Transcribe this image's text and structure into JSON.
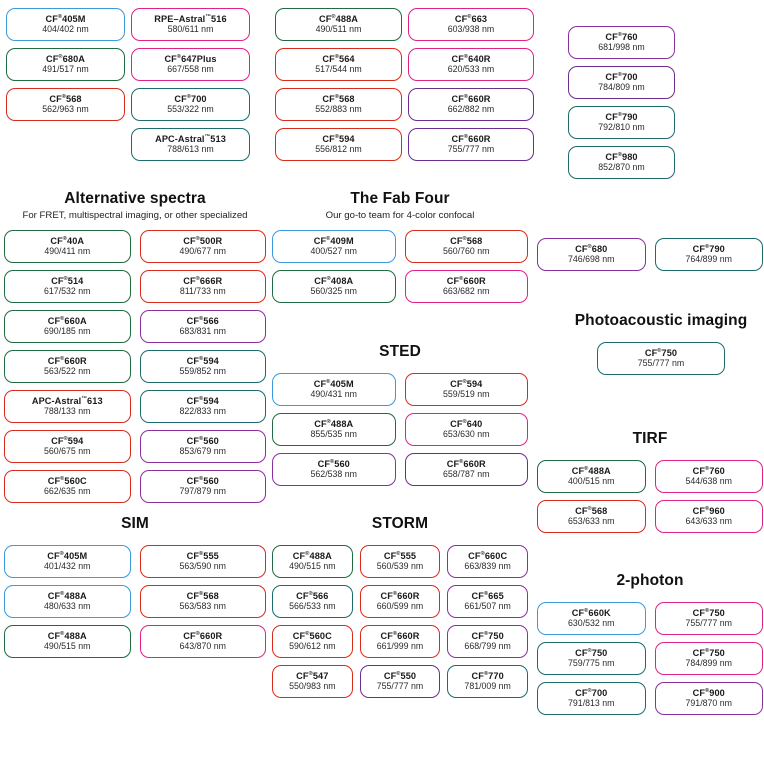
{
  "page": {
    "title": "CF dye selection chart",
    "trademark_glyph": "®",
    "unit_suffix": "nm"
  },
  "colors": {
    "blue": "#3b9ad9",
    "green": "#1f6b42",
    "teal": "#1d6b6b",
    "red": "#d92b1c",
    "magenta": "#e0218a",
    "purple": "#8b2f9e",
    "deep_purple": "#6b2d8f",
    "text": "#1a1a1a",
    "background": "#ffffff"
  },
  "top_groups": [
    {
      "name": "top-col-1",
      "items": [
        {
          "name": "CF",
          "sup": "®",
          "num": "405M",
          "ex_em": "404/402 nm",
          "color": "#3b9ad9"
        },
        {
          "name": "CF",
          "sup": "®",
          "num": "680A",
          "ex_em": "491/517 nm",
          "color": "#1f6b42"
        },
        {
          "name": "CF",
          "sup": "®",
          "num": "568",
          "ex_em": "562/963 nm",
          "color": "#d92b1c"
        }
      ]
    },
    {
      "name": "top-col-2",
      "items": [
        {
          "name": "RPE–Astral",
          "sup": "™",
          "num": "516",
          "ex_em": "580/611 nm",
          "color": "#e0218a"
        },
        {
          "name": "CF",
          "sup": "®",
          "num": "647Plus",
          "ex_em": "667/558 nm",
          "color": "#e0218a"
        },
        {
          "name": "CF",
          "sup": "®",
          "num": "700",
          "ex_em": "553/322 nm",
          "color": "#1d6b6b"
        },
        {
          "name": "APC-Astral",
          "sup": "™",
          "num": "513",
          "ex_em": "788/613 nm",
          "color": "#1d6b6b"
        }
      ]
    },
    {
      "name": "top-col-3",
      "items": [
        {
          "name": "CF",
          "sup": "®",
          "num": "488A",
          "ex_em": "490/511 nm",
          "color": "#1f6b42"
        },
        {
          "name": "CF",
          "sup": "®",
          "num": "564",
          "ex_em": "517/544 nm",
          "color": "#d92b1c"
        },
        {
          "name": "CF",
          "sup": "®",
          "num": "568",
          "ex_em": "552/883 nm",
          "color": "#d92b1c"
        },
        {
          "name": "CF",
          "sup": "®",
          "num": "594",
          "ex_em": "556/812 nm",
          "color": "#d92b1c"
        }
      ]
    },
    {
      "name": "top-col-4",
      "items": [
        {
          "name": "CF",
          "sup": "®",
          "num": "663",
          "ex_em": "603/938 nm",
          "color": "#e0218a"
        },
        {
          "name": "CF",
          "sup": "®",
          "num": "640R",
          "ex_em": "620/533 nm",
          "color": "#e0218a"
        },
        {
          "name": "CF",
          "sup": "®",
          "num": "660R",
          "ex_em": "662/882 nm",
          "color": "#6b2d8f"
        },
        {
          "name": "CF",
          "sup": "®",
          "num": "660R",
          "ex_em": "755/777 nm",
          "color": "#6b2d8f"
        }
      ]
    },
    {
      "name": "top-col-5",
      "items": [
        {
          "name": "CF",
          "sup": "®",
          "num": "760",
          "ex_em": "681/998 nm",
          "color": "#8b2f9e"
        },
        {
          "name": "CF",
          "sup": "®",
          "num": "700",
          "ex_em": "784/809 nm",
          "color": "#6b2d8f"
        },
        {
          "name": "CF",
          "sup": "®",
          "num": "790",
          "ex_em": "792/810 nm",
          "color": "#1d6b6b"
        },
        {
          "name": "CF",
          "sup": "®",
          "num": "980",
          "ex_em": "852/870 nm",
          "color": "#1d6b6b"
        }
      ]
    }
  ],
  "sections": [
    {
      "id": "alternative-spectra",
      "title": "Alternative spectra",
      "subtitle": "For FRET, multispectral imaging, or other specialized",
      "columns": 2,
      "items": [
        {
          "name": "CF",
          "sup": "®",
          "num": "40A",
          "ex_em": "490/411 nm",
          "color": "#1f6b42"
        },
        {
          "name": "CF",
          "sup": "®",
          "num": "500R",
          "ex_em": "490/677 nm",
          "color": "#d92b1c"
        },
        {
          "name": "CF",
          "sup": "®",
          "num": "514",
          "ex_em": "617/532 nm",
          "color": "#1f6b42"
        },
        {
          "name": "CF",
          "sup": "®",
          "num": "666R",
          "ex_em": "811/733 nm",
          "color": "#d92b1c"
        },
        {
          "name": "CF",
          "sup": "®",
          "num": "660A",
          "ex_em": "690/185 nm",
          "color": "#1f6b42"
        },
        {
          "name": "CF",
          "sup": "®",
          "num": "566",
          "ex_em": "683/831 nm",
          "color": "#8b2f9e"
        },
        {
          "name": "CF",
          "sup": "®",
          "num": "660R",
          "ex_em": "563/522 nm",
          "color": "#1f6b42"
        },
        {
          "name": "CF",
          "sup": "®",
          "num": "594",
          "ex_em": "559/852 nm",
          "color": "#1d6b6b"
        },
        {
          "name": "APC-Astral",
          "sup": "™",
          "num": "613",
          "ex_em": "788/133 nm",
          "color": "#d92b1c"
        },
        {
          "name": "CF",
          "sup": "®",
          "num": "594",
          "ex_em": "822/833 nm",
          "color": "#1d6b6b"
        },
        {
          "name": "CF",
          "sup": "®",
          "num": "594",
          "ex_em": "560/675 nm",
          "color": "#d92b1c"
        },
        {
          "name": "CF",
          "sup": "®",
          "num": "560",
          "ex_em": "853/679 nm",
          "color": "#8b2f9e"
        },
        {
          "name": "CF",
          "sup": "®",
          "num": "560C",
          "ex_em": "662/635 nm",
          "color": "#d92b1c"
        },
        {
          "name": "CF",
          "sup": "®",
          "num": "560",
          "ex_em": "797/879 nm",
          "color": "#8b2f9e"
        }
      ]
    },
    {
      "id": "the-fab-four",
      "title": "The Fab Four",
      "subtitle": "Our go-to team for 4-color confocal",
      "columns": 2,
      "items": [
        {
          "name": "CF",
          "sup": "®",
          "num": "409M",
          "ex_em": "400/527 nm",
          "color": "#3b9ad9"
        },
        {
          "name": "CF",
          "sup": "®",
          "num": "568",
          "ex_em": "560/760 nm",
          "color": "#d92b1c"
        },
        {
          "name": "CF",
          "sup": "®",
          "num": "408A",
          "ex_em": "560/325 nm",
          "color": "#1f6b42"
        },
        {
          "name": "CF",
          "sup": "®",
          "num": "660R",
          "ex_em": "663/682 nm",
          "color": "#e0218a"
        }
      ]
    },
    {
      "id": "sted",
      "title": "STED",
      "subtitle": "",
      "columns": 2,
      "items": [
        {
          "name": "CF",
          "sup": "®",
          "num": "405M",
          "ex_em": "490/431 nm",
          "color": "#3b9ad9"
        },
        {
          "name": "CF",
          "sup": "®",
          "num": "594",
          "ex_em": "559/519 nm",
          "color": "#d92b1c"
        },
        {
          "name": "CF",
          "sup": "®",
          "num": "488A",
          "ex_em": "855/535 nm",
          "color": "#1f6b42"
        },
        {
          "name": "CF",
          "sup": "®",
          "num": "640",
          "ex_em": "653/630 nm",
          "color": "#e0218a"
        },
        {
          "name": "CF",
          "sup": "®",
          "num": "560",
          "ex_em": "562/538 nm",
          "color": "#8b2f9e"
        },
        {
          "name": "CF",
          "sup": "®",
          "num": "660R",
          "ex_em": "658/787 nm",
          "color": "#6b2d8f"
        }
      ]
    },
    {
      "id": "sim",
      "title": "SIM",
      "subtitle": "",
      "columns": 2,
      "items": [
        {
          "name": "CF",
          "sup": "®",
          "num": "405M",
          "ex_em": "401/432 nm",
          "color": "#3b9ad9"
        },
        {
          "name": "CF",
          "sup": "®",
          "num": "555",
          "ex_em": "563/590 nm",
          "color": "#d92b1c"
        },
        {
          "name": "CF",
          "sup": "®",
          "num": "488A",
          "ex_em": "480/633 nm",
          "color": "#3b9ad9"
        },
        {
          "name": "CF",
          "sup": "®",
          "num": "568",
          "ex_em": "563/583 nm",
          "color": "#d92b1c"
        },
        {
          "name": "CF",
          "sup": "®",
          "num": "488A",
          "ex_em": "490/515 nm",
          "color": "#1f6b42"
        },
        {
          "name": "CF",
          "sup": "®",
          "num": "660R",
          "ex_em": "643/870 nm",
          "color": "#e0218a"
        }
      ]
    },
    {
      "id": "storm",
      "title": "STORM",
      "subtitle": "",
      "columns": 3,
      "items": [
        {
          "name": "CF",
          "sup": "®",
          "num": "488A",
          "ex_em": "490/515 nm",
          "color": "#1f6b42"
        },
        {
          "name": "CF",
          "sup": "®",
          "num": "555",
          "ex_em": "560/539 nm",
          "color": "#d92b1c"
        },
        {
          "name": "CF",
          "sup": "®",
          "num": "660C",
          "ex_em": "663/839 nm",
          "color": "#8b2f9e"
        },
        {
          "name": "CF",
          "sup": "®",
          "num": "566",
          "ex_em": "566/533 nm",
          "color": "#1d6b6b"
        },
        {
          "name": "CF",
          "sup": "®",
          "num": "660R",
          "ex_em": "660/599 nm",
          "color": "#d92b1c"
        },
        {
          "name": "CF",
          "sup": "®",
          "num": "665",
          "ex_em": "661/507 nm",
          "color": "#8b2f9e"
        },
        {
          "name": "CF",
          "sup": "®",
          "num": "560C",
          "ex_em": "590/612 nm",
          "color": "#d92b1c"
        },
        {
          "name": "CF",
          "sup": "®",
          "num": "660R",
          "ex_em": "661/999 nm",
          "color": "#d92b1c"
        },
        {
          "name": "CF",
          "sup": "®",
          "num": "750",
          "ex_em": "668/799 nm",
          "color": "#8b2f9e"
        },
        {
          "name": "CF",
          "sup": "®",
          "num": "547",
          "ex_em": "550/983 nm",
          "color": "#d92b1c"
        },
        {
          "name": "CF",
          "sup": "®",
          "num": "550",
          "ex_em": "755/777 nm",
          "color": "#6b2d8f"
        },
        {
          "name": "CF",
          "sup": "®",
          "num": "770",
          "ex_em": "781/009 nm",
          "color": "#1d6b6b"
        }
      ]
    },
    {
      "id": "right-pair",
      "title": "",
      "subtitle": "",
      "columns": 2,
      "items": [
        {
          "name": "CF",
          "sup": "®",
          "num": "680",
          "ex_em": "746/698 nm",
          "color": "#8b2f9e"
        },
        {
          "name": "CF",
          "sup": "®",
          "num": "790",
          "ex_em": "764/899 nm",
          "color": "#1d6b6b"
        }
      ]
    },
    {
      "id": "photoacoustic-imaging",
      "title": "Photoacoustic imaging",
      "subtitle": "",
      "columns": 1,
      "items": [
        {
          "name": "CF",
          "sup": "®",
          "num": "750",
          "ex_em": "755/777 nm",
          "color": "#1d6b6b"
        }
      ]
    },
    {
      "id": "tirf",
      "title": "TIRF",
      "subtitle": "",
      "columns": 2,
      "items": [
        {
          "name": "CF",
          "sup": "®",
          "num": "488A",
          "ex_em": "400/515 nm",
          "color": "#1f6b42"
        },
        {
          "name": "CF",
          "sup": "®",
          "num": "760",
          "ex_em": "544/638 nm",
          "color": "#e0218a"
        },
        {
          "name": "CF",
          "sup": "®",
          "num": "568",
          "ex_em": "653/633 nm",
          "color": "#d92b1c"
        },
        {
          "name": "CF",
          "sup": "®",
          "num": "960",
          "ex_em": "643/633 nm",
          "color": "#e0218a"
        }
      ]
    },
    {
      "id": "two-photon",
      "title": "2-photon",
      "subtitle": "",
      "columns": 2,
      "items": [
        {
          "name": "CF",
          "sup": "®",
          "num": "660K",
          "ex_em": "630/532 nm",
          "color": "#3b9ad9"
        },
        {
          "name": "CF",
          "sup": "®",
          "num": "750",
          "ex_em": "755/777 nm",
          "color": "#e0218a"
        },
        {
          "name": "CF",
          "sup": "®",
          "num": "750",
          "ex_em": "759/775 nm",
          "color": "#1d6b6b"
        },
        {
          "name": "CF",
          "sup": "®",
          "num": "750",
          "ex_em": "784/899 nm",
          "color": "#e0218a"
        },
        {
          "name": "CF",
          "sup": "®",
          "num": "700",
          "ex_em": "791/813 nm",
          "color": "#1d6b6b"
        },
        {
          "name": "CF",
          "sup": "®",
          "num": "900",
          "ex_em": "791/870 nm",
          "color": "#8b2f9e"
        }
      ]
    }
  ]
}
